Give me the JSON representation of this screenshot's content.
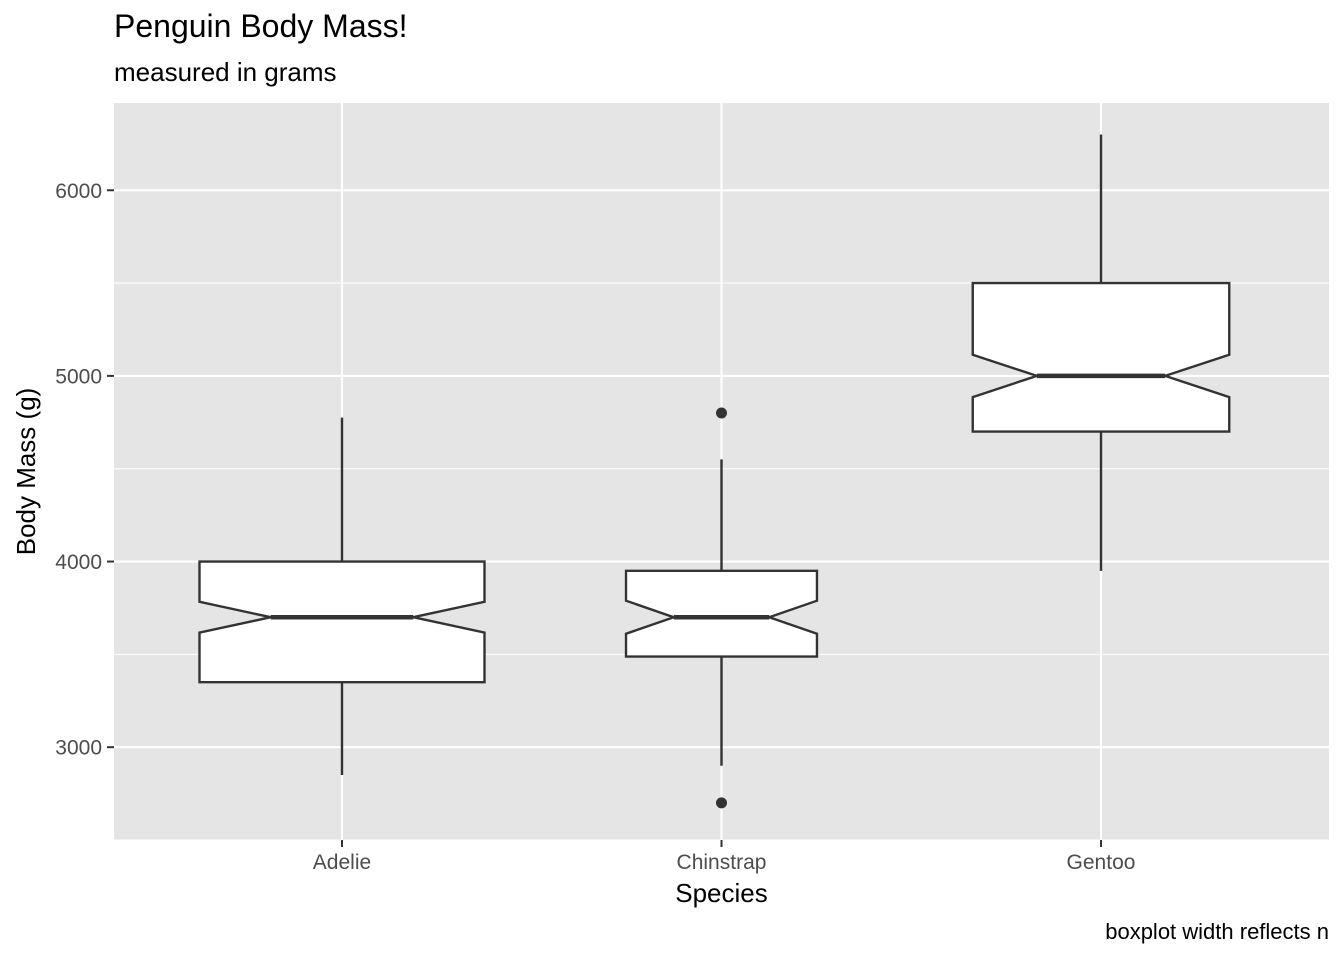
{
  "chart_data": {
    "type": "boxplot",
    "title": "Penguin Body Mass!",
    "subtitle": "measured in grams",
    "caption": "boxplot width reflects n",
    "xlabel": "Species",
    "ylabel": "Body Mass (g)",
    "categories": [
      "Adelie",
      "Chinstrap",
      "Gentoo"
    ],
    "ylim": [
      2500,
      6470
    ],
    "yticks": [
      3000,
      4000,
      5000,
      6000
    ],
    "grid": true,
    "notched": true,
    "relative_width": [
      1.0,
      0.67,
      0.9
    ],
    "boxes": [
      {
        "category": "Adelie",
        "lower_whisker": 2850,
        "q1": 3350,
        "median": 3700,
        "q3": 4000,
        "upper_whisker": 4775,
        "notch_low": 3617,
        "notch_high": 3783,
        "outliers": []
      },
      {
        "category": "Chinstrap",
        "lower_whisker": 2900,
        "q1": 3488,
        "median": 3700,
        "q3": 3950,
        "upper_whisker": 4550,
        "notch_low": 3611,
        "notch_high": 3789,
        "outliers": [
          2700,
          4800
        ]
      },
      {
        "category": "Gentoo",
        "lower_whisker": 3950,
        "q1": 4700,
        "median": 5000,
        "q3": 5500,
        "upper_whisker": 6300,
        "notch_low": 4886,
        "notch_high": 5114,
        "outliers": []
      }
    ],
    "colors": {
      "panel": "#e5e5e5",
      "grid": "#ffffff",
      "box_fill": "#ffffff",
      "box_line": "#333333"
    }
  }
}
